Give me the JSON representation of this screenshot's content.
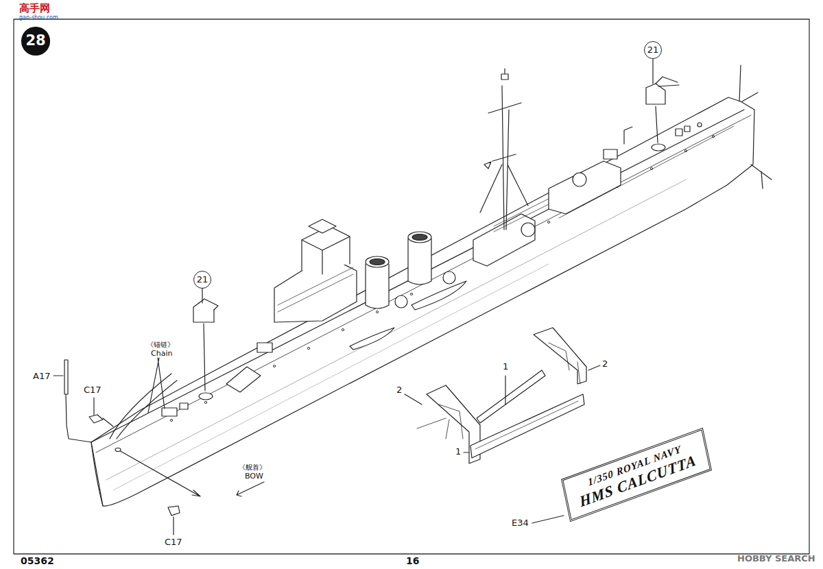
{
  "diagram": {
    "nodes": [
      {
        "text": [
          "28"
        ]
      },
      {
        "text": [
          "21"
        ]
      },
      {
        "text": [
          "21"
        ]
      },
      {
        "text": [
          "1/350 ROYAL NAVY",
          "HMS CALCUTTA"
        ]
      }
    ],
    "labels": [
      "高手网",
      "gao-shou.com",
      "《锚链》",
      "Chain",
      "A17",
      "C17",
      "C17",
      "《舰首》",
      "BOW",
      "1",
      "2",
      "2",
      "1",
      "E34",
      "05362",
      "16",
      "HOBBY SEARCH"
    ]
  }
}
